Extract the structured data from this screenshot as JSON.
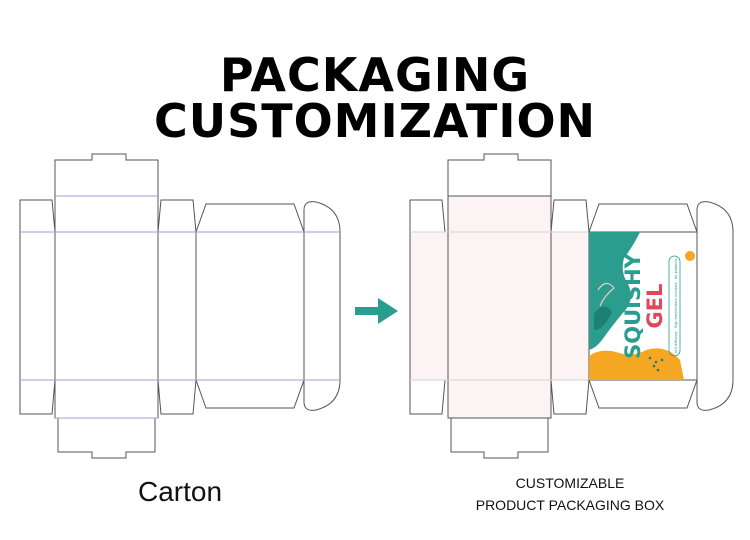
{
  "title": "PACKAGING CUSTOMIZATION",
  "left_caption": "Carton",
  "right_caption": {
    "line1": "CUSTOMIZABLE",
    "line2": "PRODUCT PACKAGING BOX"
  },
  "print_design": {
    "brand_line1": "SQUISHY",
    "brand_line2": "GEL",
    "tagline": "Self-diffusing · High temperature resistant · No-bubbling"
  },
  "colors": {
    "outline": "#555555",
    "crease": "#9aa0d6",
    "arrow": "#2a9d8f",
    "teal": "#2a9d8f",
    "orange": "#f5a623",
    "pink_fill": "#fcf4f4",
    "red_text": "#e0475b"
  }
}
